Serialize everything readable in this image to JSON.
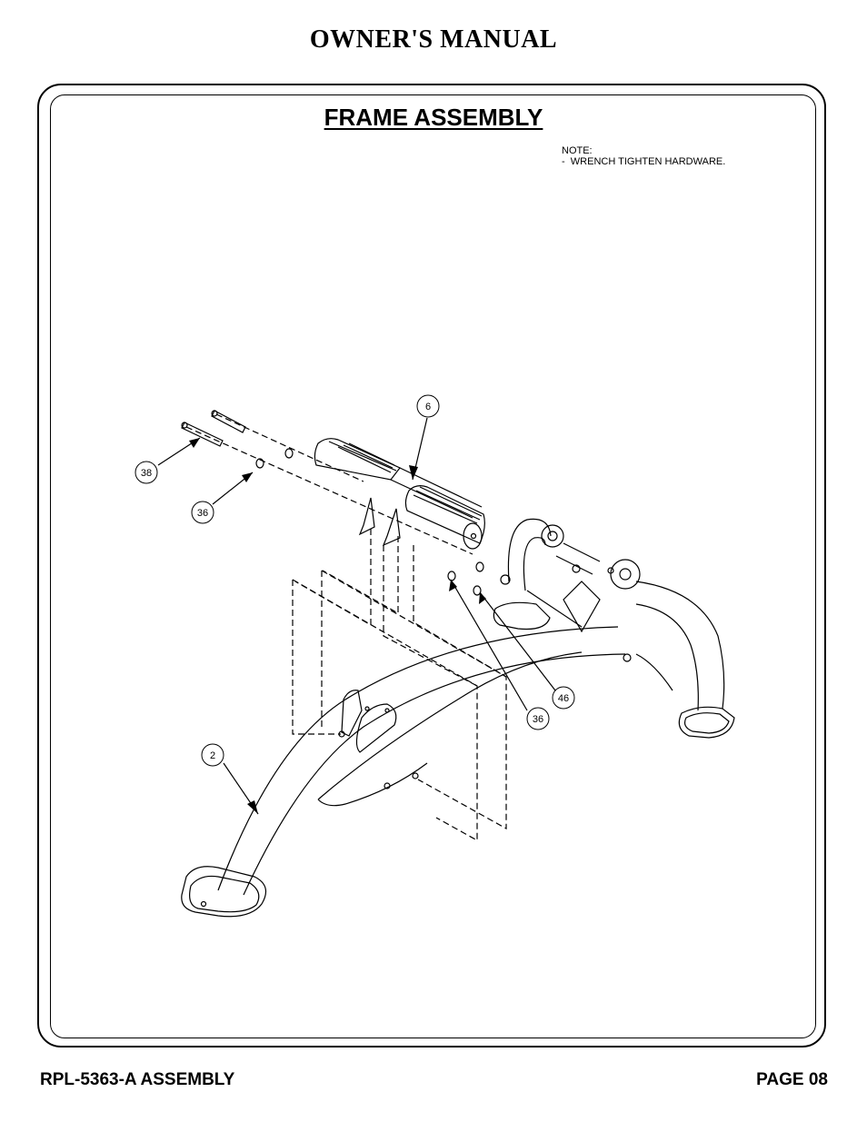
{
  "header": {
    "title": "OWNER'S MANUAL"
  },
  "section": {
    "title": "FRAME ASSEMBLY"
  },
  "note": {
    "heading": "NOTE:",
    "lines": [
      "-  WRENCH TIGHTEN HARDWARE."
    ]
  },
  "callouts": [
    "6",
    "38",
    "36",
    "46",
    "36",
    "2"
  ],
  "footer": {
    "left": "RPL-5363-A ASSEMBLY",
    "right": "PAGE 08"
  }
}
